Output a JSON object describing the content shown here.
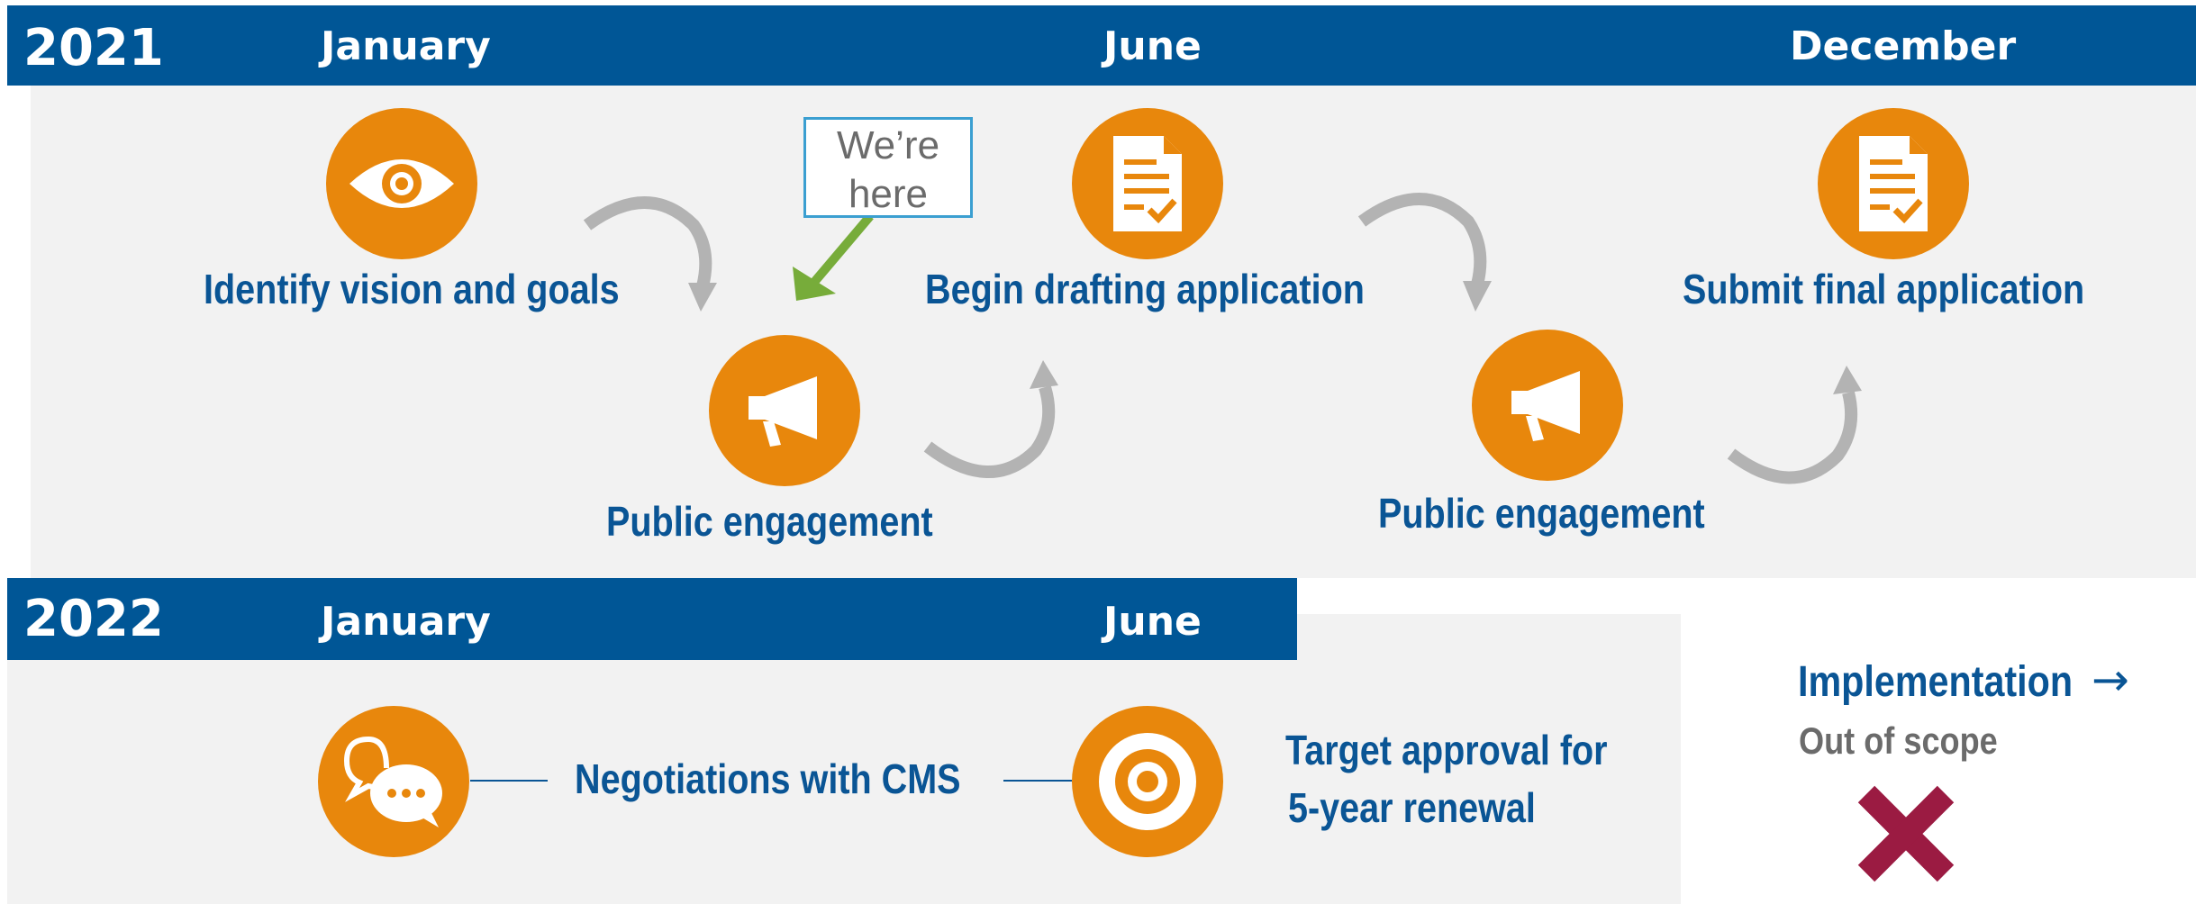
{
  "row_2021": {
    "year": "2021",
    "months": [
      "January",
      "June",
      "December"
    ],
    "steps": [
      {
        "label": "Identify vision and goals",
        "icon": "eye-icon"
      },
      {
        "label": "Public engagement",
        "icon": "megaphone-icon"
      },
      {
        "label": "Begin drafting application",
        "icon": "document-check-icon"
      },
      {
        "label": "Public engagement",
        "icon": "megaphone-icon"
      },
      {
        "label": "Submit final application",
        "icon": "document-check-icon"
      }
    ],
    "callout": {
      "line1": "We’re",
      "line2": "here"
    }
  },
  "row_2022": {
    "year": "2022",
    "months": [
      "January",
      "June"
    ],
    "steps": [
      {
        "label": "Negotiations with CMS",
        "icon": "chat-bubbles-icon"
      },
      {
        "label_line1": "Target approval for",
        "label_line2": "5-year renewal",
        "icon": "target-icon"
      }
    ]
  },
  "scope": {
    "title": "Implementation",
    "arrow": "→",
    "subtitle": "Out of scope",
    "icon": "red-x-icon"
  },
  "colors": {
    "band_blue": "#005696",
    "text_blue": "#0a5595",
    "orange": "#e8870c",
    "panel_grey": "#f2f2f2",
    "arrow_grey": "#b3b3b3",
    "pointer_green": "#77ac3a",
    "x_red": "#9b1b42",
    "callout_border": "#3b9fd1"
  }
}
